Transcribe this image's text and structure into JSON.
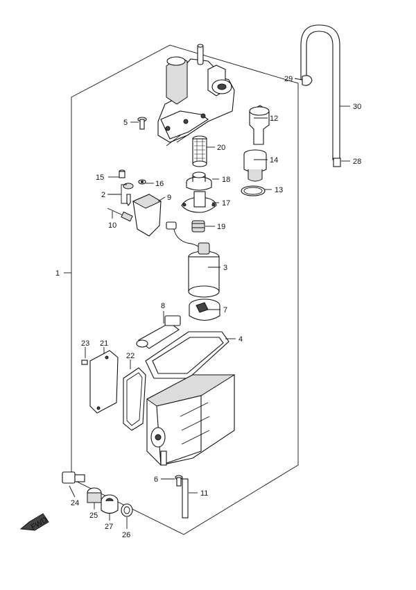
{
  "diagram": {
    "callouts": [
      {
        "id": "p1",
        "text": "1"
      },
      {
        "id": "p2",
        "text": "2"
      },
      {
        "id": "p3",
        "text": "3"
      },
      {
        "id": "p4",
        "text": "4"
      },
      {
        "id": "p5",
        "text": "5"
      },
      {
        "id": "p6",
        "text": "6"
      },
      {
        "id": "p7",
        "text": "7"
      },
      {
        "id": "p8",
        "text": "8"
      },
      {
        "id": "p9",
        "text": "9"
      },
      {
        "id": "p10",
        "text": "10"
      },
      {
        "id": "p11",
        "text": "11"
      },
      {
        "id": "p12",
        "text": "12"
      },
      {
        "id": "p13",
        "text": "13"
      },
      {
        "id": "p14",
        "text": "14"
      },
      {
        "id": "p15",
        "text": "15"
      },
      {
        "id": "p16",
        "text": "16"
      },
      {
        "id": "p17",
        "text": "17"
      },
      {
        "id": "p18",
        "text": "18"
      },
      {
        "id": "p19",
        "text": "19"
      },
      {
        "id": "p20",
        "text": "20"
      },
      {
        "id": "p21",
        "text": "21"
      },
      {
        "id": "p22",
        "text": "22"
      },
      {
        "id": "p23",
        "text": "23"
      },
      {
        "id": "p24",
        "text": "24"
      },
      {
        "id": "p25",
        "text": "25"
      },
      {
        "id": "p26",
        "text": "26"
      },
      {
        "id": "p27",
        "text": "27"
      },
      {
        "id": "p28",
        "text": "28"
      },
      {
        "id": "p29",
        "text": "29"
      },
      {
        "id": "p30",
        "text": "30"
      }
    ],
    "front_marker": "FWD"
  }
}
